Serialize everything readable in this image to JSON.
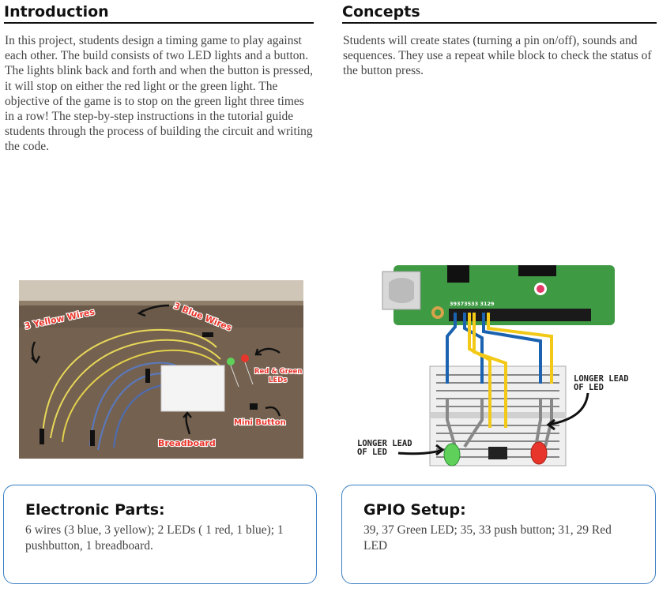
{
  "introduction": {
    "title": "Introduction",
    "body": "In this project, students design a timing game to play against each other.  The build consists of two LED lights and a button. The lights blink back and forth and when the button is pressed, it will stop on either the red light or the green light.  The objective of the game is to stop on the green light three times in a row! The step-by-step instructions in the tutorial guide students through the process of building the circuit and writing the code."
  },
  "concepts": {
    "title": "Concepts",
    "body": "Students will create states (turning a pin on/off), sounds and sequences. They use a repeat while block to check the status of the button press."
  },
  "photo": {
    "labels": {
      "yellow_wires": "3 Yellow Wires",
      "blue_wires": "3 Blue Wires",
      "leds_line1": "Red & Green",
      "leds_line2": "LEDs",
      "mini_button": "Mini Button",
      "breadboard": "Breadboard"
    }
  },
  "diagram": {
    "pin_labels": "39373533 3129",
    "longer_lead_left_line1": "LONGER LEAD",
    "longer_lead_left_line2": "OF LED",
    "longer_lead_right_line1": "LONGER LEAD",
    "longer_lead_right_line2": "OF LED",
    "colors": {
      "board": "#3f9a44",
      "blue_wire": "#1b63b0",
      "yellow_wire": "#f3c918",
      "led_green": "#5fd15a",
      "led_red": "#e8352b"
    }
  },
  "electronic_parts": {
    "title": "Electronic Parts:",
    "body": "6 wires (3 blue, 3 yellow); 2 LEDs ( 1 red, 1 blue); 1 pushbutton, 1 breadboard."
  },
  "gpio_setup": {
    "title": "GPIO Setup:",
    "body": "39, 37 Green LED; 35, 33 push button; 31, 29 Red LED"
  }
}
